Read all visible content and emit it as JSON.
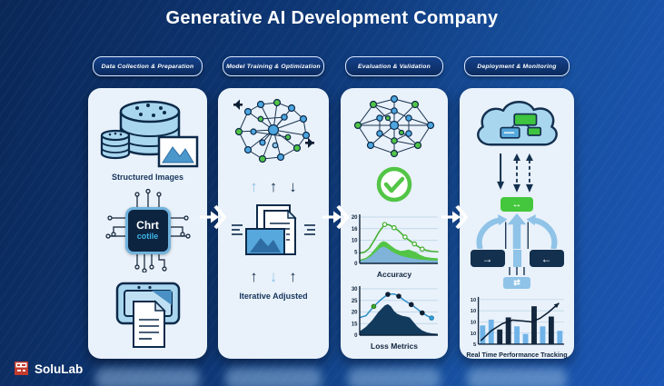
{
  "title": "Generative AI Development Company",
  "stages": [
    {
      "pill": "Data Collection & Preparation",
      "tab_front": "#29a3dd",
      "tab_back": "#0a5ca8"
    },
    {
      "pill": "Model Training & Optimization",
      "tab_front": "#57cb4b",
      "tab_back": "#2f9e3d"
    },
    {
      "pill": "Evaluation & Validation",
      "tab_front": "#57cb4b",
      "tab_back": "#2f9e3d"
    },
    {
      "pill": "Deployment & Monitoring",
      "tab_front": "#29a3dd",
      "tab_back": "#0a5ca8"
    }
  ],
  "cards": {
    "card1": {
      "caption": "Structured Images",
      "chip_title": "Chrt",
      "chip_subtitle": "cotile"
    },
    "card2": {
      "caption": "Iterative Adjusted"
    },
    "card4": {
      "swap_icon": "↔",
      "route_right_icon": "→",
      "route_left_icon": "←",
      "sync_icon": "⇄"
    }
  },
  "icons": {
    "up_arrow": "↑",
    "down_arrow": "↓"
  },
  "logo": {
    "text": "SoluLab"
  },
  "colors": {
    "background_left": "#0a2757",
    "background_right": "#1b55b4",
    "card_bg": "#e9f1fa",
    "accent_blue": "#29a3dd",
    "accent_green": "#57cb4b",
    "navy": "#13304f",
    "light_blue": "#8fc3e8",
    "chart_green": "#3fae2a",
    "chart_blue_line": "#2e8fc7",
    "bar_light": "#6fb3e8",
    "bar_dark": "#13273f"
  },
  "chart_data": [
    {
      "id": "accuracy",
      "type": "area+line",
      "title": "Accuracy",
      "yticks": [
        "20",
        "16",
        "10",
        "5",
        "0"
      ],
      "grid": true,
      "ylim_note": "top gridline = 20",
      "series": [
        {
          "name": "green-area",
          "kind": "area",
          "color": "#52c546",
          "points": [
            [
              0,
              8
            ],
            [
              8,
              12
            ],
            [
              14,
              20
            ],
            [
              20,
              32
            ],
            [
              26,
              44
            ],
            [
              30,
              48
            ],
            [
              34,
              46
            ],
            [
              40,
              38
            ],
            [
              46,
              31
            ],
            [
              52,
              27
            ],
            [
              58,
              28
            ],
            [
              62,
              30
            ],
            [
              66,
              28
            ],
            [
              72,
              24
            ],
            [
              78,
              18
            ],
            [
              84,
              14
            ],
            [
              92,
              12
            ],
            [
              100,
              11
            ]
          ]
        },
        {
          "name": "blue-area",
          "kind": "area",
          "color": "#7fb3d9",
          "points": [
            [
              0,
              5
            ],
            [
              8,
              9
            ],
            [
              14,
              15
            ],
            [
              20,
              24
            ],
            [
              26,
              33
            ],
            [
              30,
              36
            ],
            [
              34,
              34
            ],
            [
              40,
              27
            ],
            [
              46,
              21
            ],
            [
              52,
              17
            ],
            [
              58,
              14
            ],
            [
              64,
              12
            ],
            [
              70,
              10
            ],
            [
              78,
              8
            ],
            [
              86,
              7
            ],
            [
              100,
              6
            ]
          ]
        },
        {
          "name": "accuracy-line",
          "kind": "line",
          "color": "#3fae2a",
          "points": [
            [
              0,
              22
            ],
            [
              6,
              24
            ],
            [
              12,
              32
            ],
            [
              18,
              48
            ],
            [
              24,
              66
            ],
            [
              30,
              80
            ],
            [
              34,
              84
            ],
            [
              38,
              83
            ],
            [
              44,
              77
            ],
            [
              50,
              70
            ],
            [
              58,
              57
            ],
            [
              64,
              49
            ],
            [
              70,
              42
            ],
            [
              76,
              35
            ],
            [
              80,
              31
            ],
            [
              86,
              28
            ],
            [
              92,
              26
            ],
            [
              100,
              25
            ]
          ],
          "markers": [
            {
              "x": 32,
              "y": 84,
              "fill": "#ffffff",
              "stroke": "#3fae2a"
            },
            {
              "x": 44,
              "y": 77,
              "fill": "#ffffff",
              "stroke": "#3fae2a"
            },
            {
              "x": 58,
              "y": 57,
              "fill": "#ffffff",
              "stroke": "#3fae2a"
            },
            {
              "x": 70,
              "y": 42,
              "fill": "#ffffff",
              "stroke": "#3fae2a"
            },
            {
              "x": 80,
              "y": 31,
              "fill": "#ffffff",
              "stroke": "#3fae2a"
            }
          ]
        }
      ]
    },
    {
      "id": "loss-metrics",
      "type": "area+line",
      "title": "Loss Metrics",
      "yticks": [
        "30",
        "25",
        "20",
        "15",
        "0"
      ],
      "grid": true,
      "ylim_note": "top gridline = 30",
      "series": [
        {
          "name": "navy-area",
          "kind": "area",
          "color": "#123a5c",
          "points": [
            [
              0,
              8
            ],
            [
              8,
              18
            ],
            [
              16,
              32
            ],
            [
              24,
              50
            ],
            [
              32,
              64
            ],
            [
              36,
              67
            ],
            [
              40,
              62
            ],
            [
              44,
              52
            ],
            [
              48,
              46
            ],
            [
              54,
              42
            ],
            [
              60,
              40
            ],
            [
              64,
              38
            ],
            [
              68,
              30
            ],
            [
              74,
              18
            ],
            [
              80,
              10
            ],
            [
              86,
              6
            ],
            [
              92,
              4
            ],
            [
              100,
              3
            ]
          ]
        },
        {
          "name": "loss-line",
          "kind": "line",
          "color": "#2e8fc7",
          "points": [
            [
              0,
              38
            ],
            [
              8,
              42
            ],
            [
              18,
              62
            ],
            [
              28,
              78
            ],
            [
              36,
              88
            ],
            [
              44,
              89
            ],
            [
              50,
              84
            ],
            [
              58,
              74
            ],
            [
              66,
              66
            ],
            [
              74,
              56
            ],
            [
              80,
              48
            ],
            [
              86,
              42
            ],
            [
              92,
              37
            ]
          ],
          "markers": [
            {
              "x": 18,
              "y": 62,
              "fill": "#3fae2a",
              "stroke": "#2d7a1f"
            },
            {
              "x": 36,
              "y": 88,
              "fill": "#0c1e33",
              "stroke": "#0c1e33"
            },
            {
              "x": 50,
              "y": 84,
              "fill": "#0c1e33",
              "stroke": "#0c1e33"
            },
            {
              "x": 66,
              "y": 66,
              "fill": "#0c1e33",
              "stroke": "#0c1e33"
            },
            {
              "x": 80,
              "y": 48,
              "fill": "#0c1e33",
              "stroke": "#0c1e33"
            },
            {
              "x": 92,
              "y": 37,
              "fill": "#35a3d9",
              "stroke": "#1e7fb3"
            }
          ]
        }
      ]
    },
    {
      "id": "performance",
      "type": "bar",
      "title": "Real Time Performance Tracking",
      "yticks": [
        "10",
        "10",
        "10",
        "10",
        "5"
      ],
      "grid": true,
      "bars": [
        {
          "h": 42,
          "color": "#6fb3e8"
        },
        {
          "h": 55,
          "color": "#6fb3e8"
        },
        {
          "h": 33,
          "color": "#13273f"
        },
        {
          "h": 60,
          "color": "#13273f"
        },
        {
          "h": 40,
          "color": "#6fb3e8"
        },
        {
          "h": 23,
          "color": "#6fb3e8"
        },
        {
          "h": 85,
          "color": "#13273f"
        },
        {
          "h": 40,
          "color": "#6fb3e8"
        },
        {
          "h": 62,
          "color": "#13273f"
        },
        {
          "h": 30,
          "color": "#6fb3e8"
        }
      ],
      "trend": [
        [
          3,
          8
        ],
        [
          15,
          30
        ],
        [
          28,
          46
        ],
        [
          40,
          54
        ],
        [
          52,
          52
        ],
        [
          62,
          50
        ],
        [
          72,
          58
        ],
        [
          82,
          72
        ],
        [
          94,
          92
        ]
      ]
    }
  ]
}
